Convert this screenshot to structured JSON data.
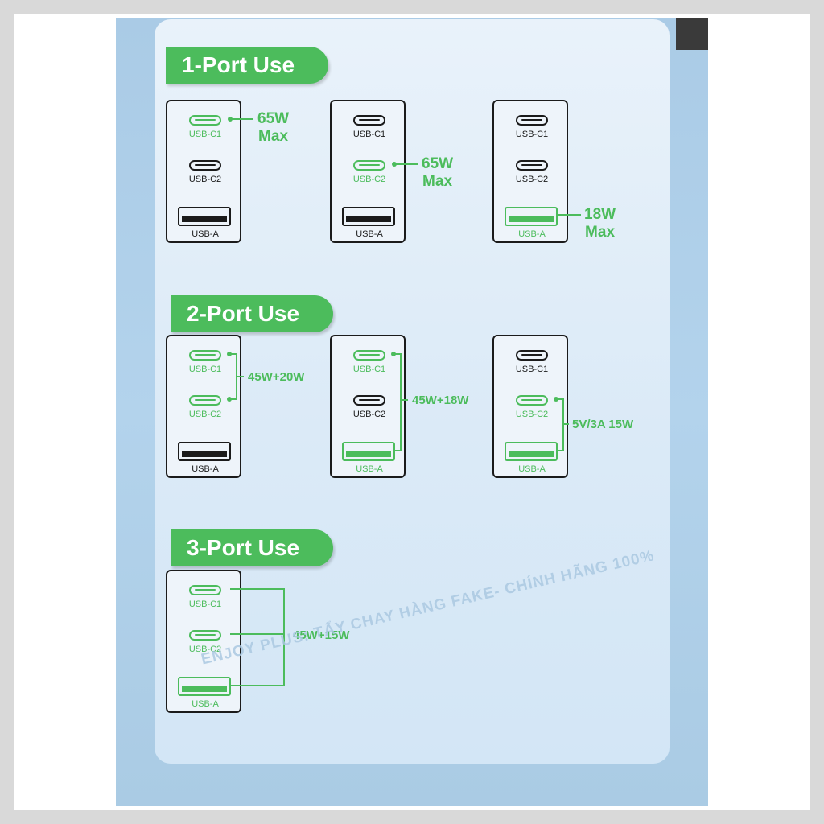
{
  "sections": [
    {
      "title": "1-Port Use",
      "chargers": [
        {
          "ports": {
            "c1": "USB-C1",
            "c2": "USB-C2",
            "a": "USB-A"
          },
          "active": [
            "c1"
          ],
          "power": "65W\nMax"
        },
        {
          "ports": {
            "c1": "USB-C1",
            "c2": "USB-C2",
            "a": "USB-A"
          },
          "active": [
            "c2"
          ],
          "power": "65W\nMax"
        },
        {
          "ports": {
            "c1": "USB-C1",
            "c2": "USB-C2",
            "a": "USB-A"
          },
          "active": [
            "a"
          ],
          "power": "18W\nMax"
        }
      ]
    },
    {
      "title": "2-Port Use",
      "chargers": [
        {
          "ports": {
            "c1": "USB-C1",
            "c2": "USB-C2",
            "a": "USB-A"
          },
          "active": [
            "c1",
            "c2"
          ],
          "power": "45W+20W"
        },
        {
          "ports": {
            "c1": "USB-C1",
            "c2": "USB-C2",
            "a": "USB-A"
          },
          "active": [
            "c1",
            "a"
          ],
          "power": "45W+18W"
        },
        {
          "ports": {
            "c1": "USB-C1",
            "c2": "USB-C2",
            "a": "USB-A"
          },
          "active": [
            "c2",
            "a"
          ],
          "power": "5V/3A 15W"
        }
      ]
    },
    {
      "title": "3-Port Use",
      "chargers": [
        {
          "ports": {
            "c1": "USB-C1",
            "c2": "USB-C2",
            "a": "USB-A"
          },
          "active": [
            "c1",
            "c2",
            "a"
          ],
          "power": "45W+15W"
        }
      ]
    }
  ],
  "watermark": "ENJOY PLUS: TẨY CHAY HÀNG FAKE- CHÍNH HÃNG 100%",
  "colors": {
    "accent": "#4cbc5c",
    "port": "#1b1b1b",
    "card": "#e3eef9",
    "backdrop": "#aacbe6"
  }
}
